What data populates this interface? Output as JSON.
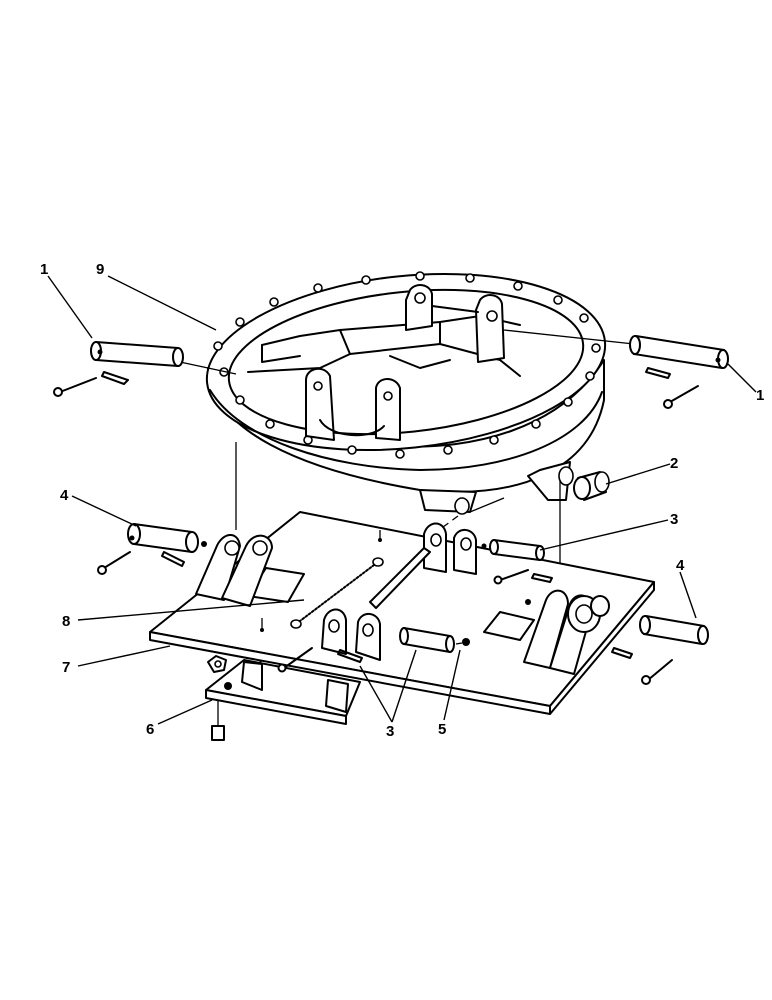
{
  "callouts": [
    {
      "id": "c1a",
      "label": "1"
    },
    {
      "id": "c9",
      "label": "9"
    },
    {
      "id": "c1b",
      "label": "1"
    },
    {
      "id": "c2",
      "label": "2"
    },
    {
      "id": "c4a",
      "label": "4"
    },
    {
      "id": "c3a",
      "label": "3"
    },
    {
      "id": "c4b",
      "label": "4"
    },
    {
      "id": "c8",
      "label": "8"
    },
    {
      "id": "c7",
      "label": "7"
    },
    {
      "id": "c5",
      "label": "5"
    },
    {
      "id": "c3b",
      "label": "3"
    },
    {
      "id": "c6",
      "label": "6"
    }
  ]
}
